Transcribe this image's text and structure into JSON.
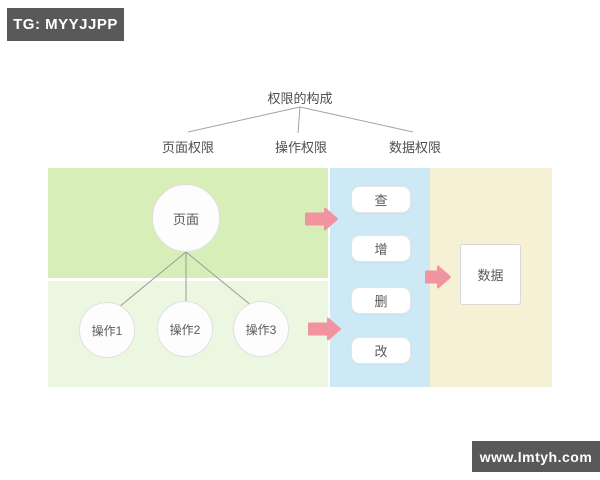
{
  "watermarks": {
    "top_left": "TG: MYYJJPP",
    "bottom_right": "www.lmtyh.com"
  },
  "tree": {
    "root": "权限的构成",
    "children": [
      "页面权限",
      "操作权限",
      "数据权限"
    ]
  },
  "diagram": {
    "page_node": "页面",
    "operation_nodes": [
      "操作1",
      "操作2",
      "操作3"
    ],
    "crud_boxes": [
      "查",
      "增",
      "删",
      "改"
    ],
    "data_node": "数据"
  },
  "colors": {
    "green_top": "#d8eeb8",
    "green_bottom": "#ebf7e0",
    "blue": "#cde9f6",
    "yellow": "#f6f1d5",
    "arrow_pink": "#f2949f",
    "badge_bg": "#595959",
    "line_gray": "#a3a3a3"
  }
}
